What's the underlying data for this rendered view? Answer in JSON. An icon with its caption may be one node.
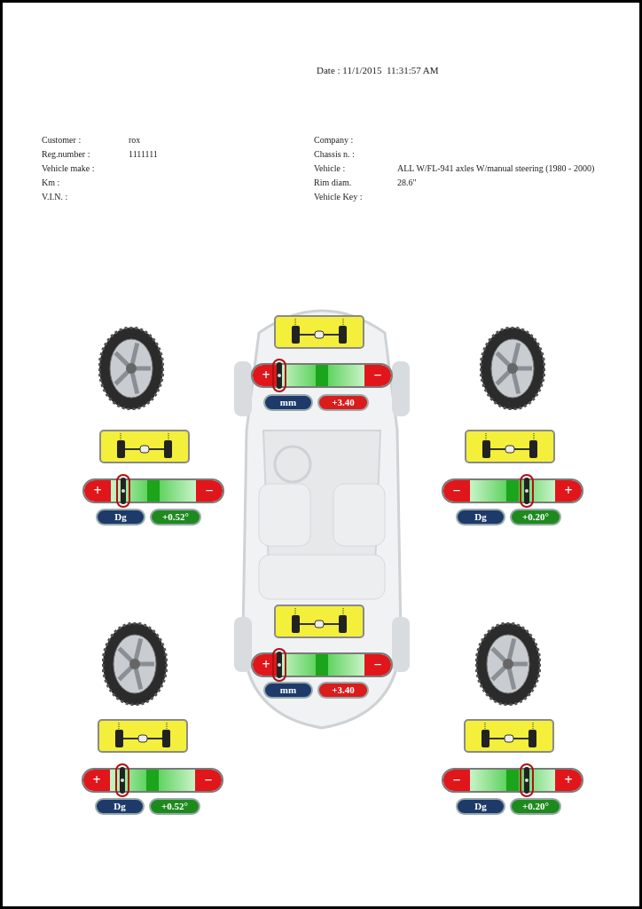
{
  "diagram": {
    "labels": [
      "Date : 11/1/2015  11:31:57 AM",
      "Customer :",
      "rox",
      "Company :",
      "Reg.number :",
      "1111111",
      "Chassis n. :",
      "Vehicle make :",
      "Vehicle :",
      "ALL W/FL-941 axles W/manual steering (1980 - 2000)",
      "Km :",
      "Rim diam.",
      "28.6\"",
      "V.I.N. :",
      "Vehicle Key :",
      "+",
      "−",
      "mm",
      "+3.40",
      "+",
      "−",
      "Dg",
      "+0.52°",
      "−",
      "+",
      "Dg",
      "+0.20°",
      "+",
      "−",
      "mm",
      "+3.40",
      "+",
      "−",
      "Dg",
      "+0.52°",
      "−",
      "+",
      "Dg",
      "+0.20°"
    ]
  }
}
